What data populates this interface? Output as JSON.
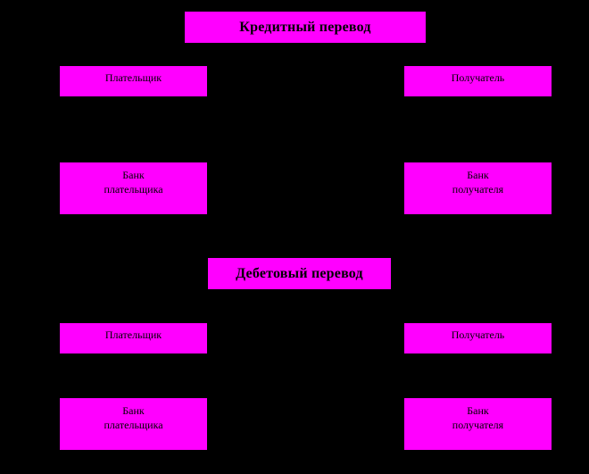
{
  "credit": {
    "title": "Кредитный перевод",
    "payer": "Плательщик",
    "recipient": "Получатель",
    "payer_bank_line1": "Банк",
    "payer_bank_line2": "плательщика",
    "recipient_bank_line1": "Банк",
    "recipient_bank_line2": "получателя"
  },
  "debit": {
    "title": "Дебетовый перевод",
    "payer": "Плательщик",
    "recipient": "Получатель",
    "payer_bank_line1": "Банк",
    "payer_bank_line2": "плательщика",
    "recipient_bank_line1": "Банк",
    "recipient_bank_line2": "получателя"
  },
  "colors": {
    "background": "#000000",
    "box_fill": "#ff00ff",
    "text": "#000000"
  }
}
